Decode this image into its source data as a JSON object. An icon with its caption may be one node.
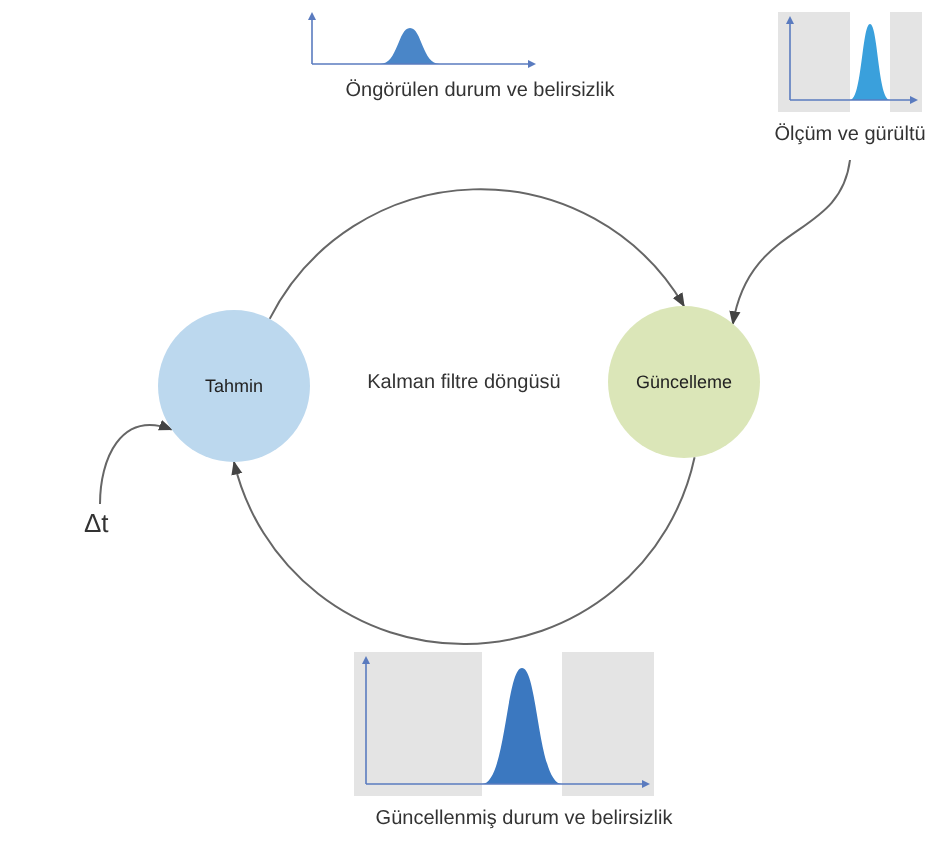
{
  "diagram": {
    "nodes": [
      {
        "text": [
          "Tahmin"
        ]
      },
      {
        "text": [
          "Güncelleme"
        ]
      },
      {
        "text": [
          "Ölçüm ve gürültü"
        ]
      },
      {
        "text": [
          "Δt"
        ]
      }
    ],
    "edges": [
      {
        "from": 0,
        "to": 1,
        "arrow": "to"
      },
      {
        "from": 1,
        "to": 0,
        "arrow": "to"
      },
      {
        "from": 2,
        "to": 1,
        "arrow": "to"
      },
      {
        "from": 3,
        "to": 0,
        "arrow": "to"
      }
    ],
    "labels": [
      "Öngörülen durum ve belirsizlik",
      "Kalman filtre döngüsü",
      "Güncellenmiş durum ve belirsizlik"
    ]
  }
}
